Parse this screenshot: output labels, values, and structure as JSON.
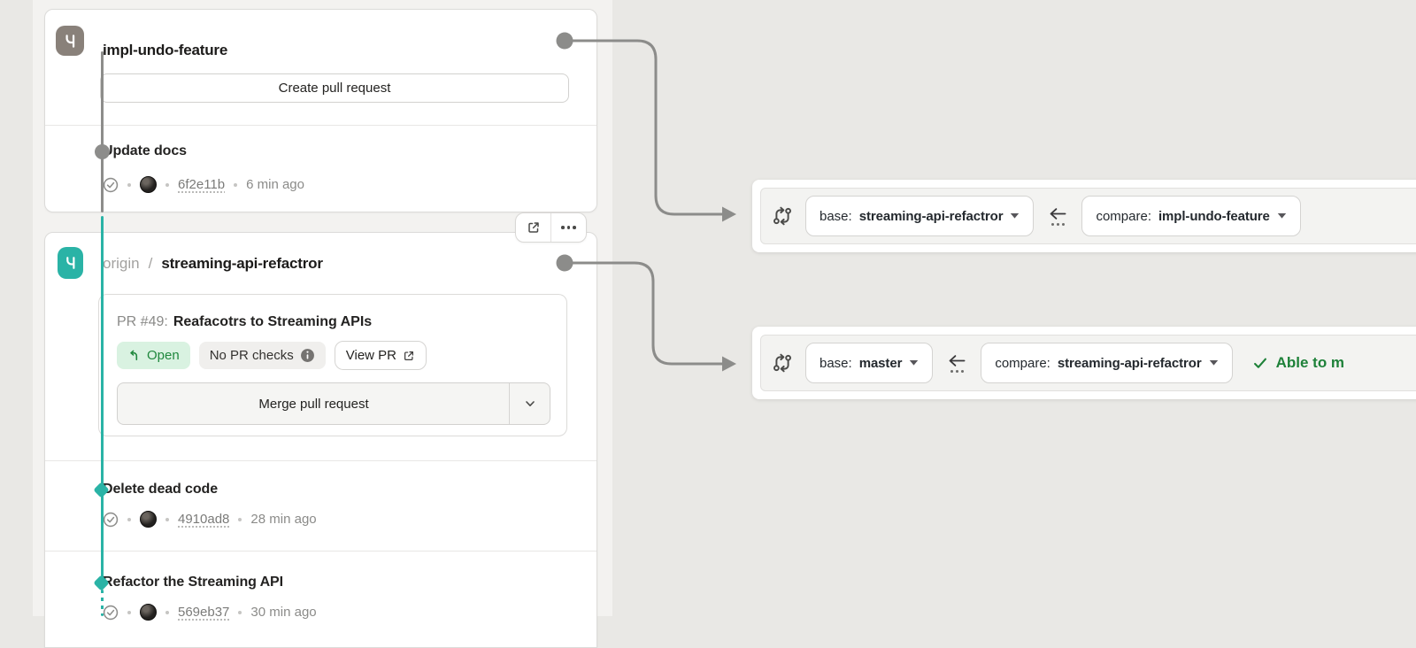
{
  "panel": {
    "cards": [
      {
        "type": "local-branch",
        "branch": "impl-undo-feature",
        "create_pr_label": "Create pull request",
        "commits": [
          {
            "title": "Update docs",
            "hash": "6f2e11b",
            "time": "6 min ago"
          }
        ]
      },
      {
        "type": "remote-branch",
        "remote": "origin",
        "separator": "/",
        "branch": "streaming-api-refactror",
        "pr": {
          "number_label": "PR #49:",
          "title": "Reafacotrs to Streaming APIs",
          "open_label": "Open",
          "checks_label": "No PR checks",
          "view_pr_label": "View PR",
          "merge_label": "Merge pull request"
        },
        "commits": [
          {
            "title": "Delete dead code",
            "hash": "4910ad8",
            "time": "28 min ago"
          },
          {
            "title": "Refactor the Streaming API",
            "hash": "569eb37",
            "time": "30 min ago"
          }
        ]
      }
    ]
  },
  "compare_bars": [
    {
      "base_label": "base:",
      "base_value": "streaming-api-refactror",
      "compare_label": "compare:",
      "compare_value": "impl-undo-feature",
      "status": ""
    },
    {
      "base_label": "base:",
      "base_value": "master",
      "compare_label": "compare:",
      "compare_value": "streaming-api-refactror",
      "status": "Able to m"
    }
  ],
  "icons": {
    "branch_badge": "git-branch-icon",
    "compare": "git-compare-icon",
    "external_link": "external-link-icon",
    "more": "ellipsis-icon",
    "commit_check": "check-circle-icon",
    "open_pr": "pull-request-arrow-icon",
    "info": "info-icon",
    "chevron_down": "chevron-down-icon",
    "caret_down": "caret-down-icon",
    "left_arrow": "arrow-left-icon",
    "status_check": "check-icon"
  },
  "colors": {
    "canvas_bg": "#e9e8e5",
    "teal": "#2ab3a6",
    "taupe": "#89817a",
    "connector_gray": "#8c8c8a",
    "open_pill_bg": "#d9f2e1",
    "open_pill_text": "#1f883d",
    "status_green": "#1e8139"
  }
}
